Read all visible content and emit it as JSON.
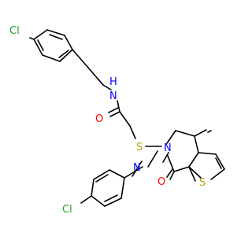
{
  "molecule": {
    "atoms": {
      "cl_top": "Cl",
      "n_amide": "N",
      "h_amide": "H",
      "o_amide": "O",
      "s_thioether": "S",
      "n_ring_top": "N",
      "n_ring_bottom": "N",
      "s_thiophene": "S",
      "o_ketone": "O",
      "cl_bottom": "Cl"
    },
    "colors": {
      "bond": "#000000",
      "chlorine": "#1fa01f",
      "nitrogen": "#0000ff",
      "oxygen": "#ff0000",
      "sulfur": "#b8a000"
    }
  }
}
